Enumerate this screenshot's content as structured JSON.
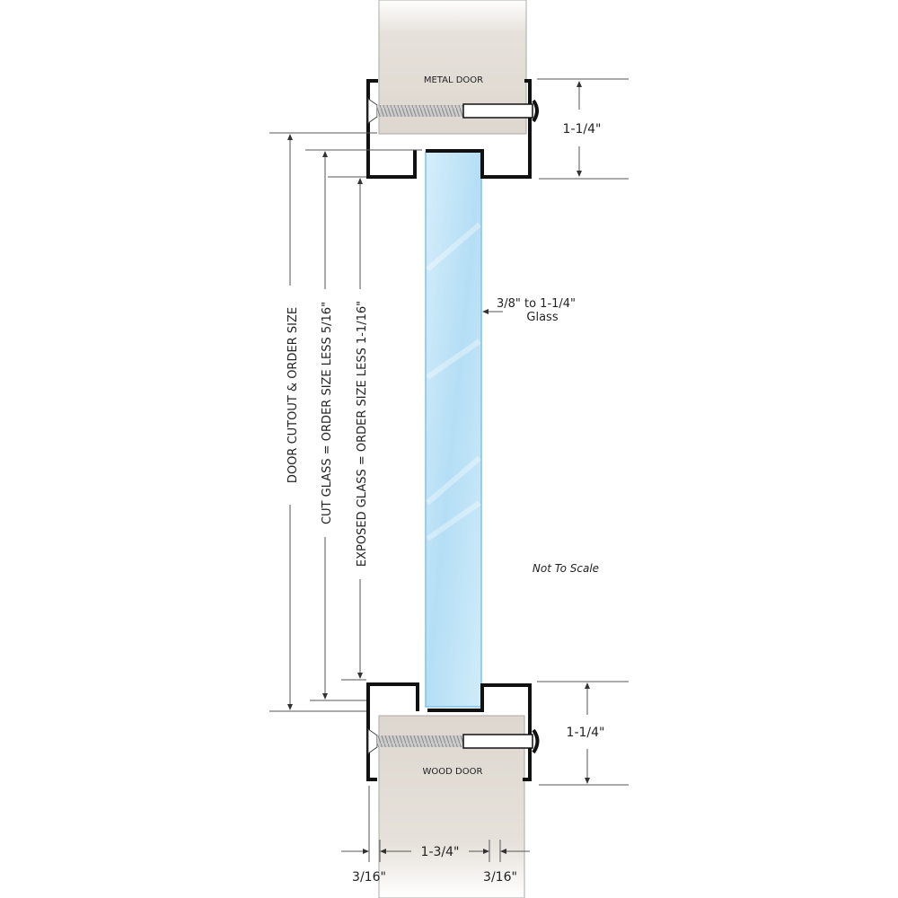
{
  "labels": {
    "top_door": "METAL DOOR",
    "bottom_door": "WOOD DOOR",
    "top_thickness": "1-1/4\"",
    "bottom_thickness": "1-1/4\"",
    "glass_range": "3/8\" to 1-1/4\"",
    "glass": "Glass",
    "door_cutout": "DOOR CUTOUT & ORDER SIZE",
    "cut_glass": "CUT GLASS = ORDER SIZE LESS 5/16\"",
    "exposed_glass": "EXPOSED GLASS = ORDER SIZE LESS 1-1/16\"",
    "not_to_scale": "Not To Scale",
    "door_width": "1-3/4\"",
    "left_gap": "3/16\"",
    "right_gap": "3/16\""
  },
  "colors": {
    "wood": "#e4dfd8",
    "glass": "#bfe3f7",
    "frame": "#111111"
  }
}
